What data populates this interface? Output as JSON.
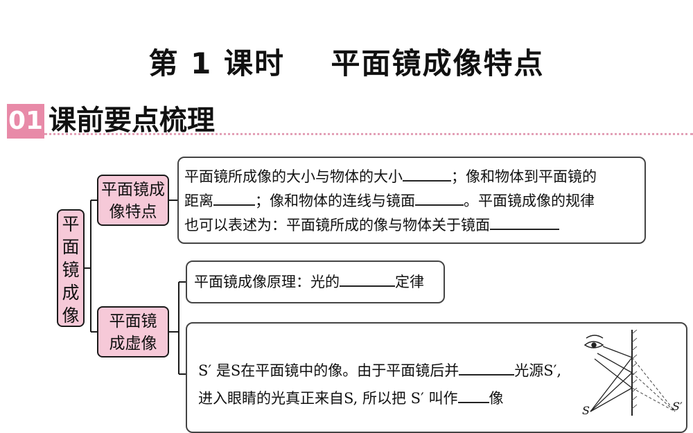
{
  "page": {
    "title": "第 1 课时    平面镜成像特点"
  },
  "section": {
    "number": "01",
    "title": "课前要点梳理"
  },
  "tree": {
    "root": "平面镜成像",
    "node_a": {
      "label_line1": "平面镜成",
      "label_line2": "像特点",
      "box": {
        "l1_a": "平面镜所成像的大小与物体的大小",
        "l1_b": "；像和物体到平面镜的",
        "l2_a": "距离",
        "l2_b": "；像和物体的连线与镜面",
        "l2_c": "。平面镜成像的规律",
        "l3_a": "也可以表述为：平面镜所成的像与物体关于镜面"
      }
    },
    "node_b": {
      "label_line1": "平面镜",
      "label_line2": "成虚像",
      "box_principle": {
        "a": "平面镜成像原理：光的",
        "b": "定律"
      },
      "box_virtual": {
        "l1_a": "S′ 是S在平面镜中的像。由于平面镜后并",
        "l1_b": "光源S′,",
        "l2_a": "进入眼睛的光真正来自S, 所以把 S′ 叫作",
        "l2_b": "像"
      }
    }
  },
  "diagram": {
    "label_s": "S",
    "label_s_prime": "S′"
  },
  "colors": {
    "badge": "#e88aa8",
    "node_fill": "#f6c9d8",
    "dotted_rule": "#e3a0b6"
  }
}
